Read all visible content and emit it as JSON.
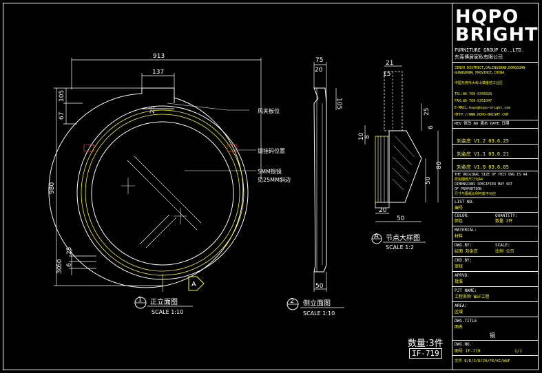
{
  "dims": {
    "front_width": "913",
    "front_top": "137",
    "front_height": "980",
    "front_left_a": "67",
    "front_left_b": "105",
    "front_25": "25",
    "front_bottom_a": "25",
    "front_bottom_b": "30",
    "front_bottom_c": "50",
    "front_bottom_d": "6",
    "side_75": "75",
    "side_20": "20",
    "side_105": "105",
    "side_50": "50",
    "det_21": "21",
    "det_15": "15",
    "det_25": "25",
    "det_6": "6",
    "det_10": "10",
    "det_8": "8",
    "det_80": "80",
    "det_50": "50",
    "det_20": "20",
    "det_50b": "50"
  },
  "callouts": {
    "c1": "风夹板位",
    "c2": "镜挂码位置",
    "c3": "5MM银镜",
    "c4": "见25MM斜边"
  },
  "views": {
    "front_num": "1",
    "front_title": "正立面图",
    "front_scale": "SCALE 1:10",
    "side_num": "2",
    "side_title": "侧立面图",
    "side_scale": "SCALE 1:10",
    "detail_num": "A",
    "detail_title": "节点大样图",
    "detail_scale": "SCALE 1:2",
    "section_marker": "A"
  },
  "footer": {
    "quantity": "数量:3件",
    "code": "IF-719"
  },
  "title_block": {
    "logo_line1": "HQPO",
    "logo_line2": "BRIGHT",
    "company_en": "FURNITURE GROUP CO.,LTD.",
    "company_cn": "东莞博居家私有限公司",
    "addr1": "JINJU DISTRICT,DALINGSHAN,DONGGUAN",
    "addr2": "GUANGDONG PROVINCE,CHINA",
    "addr_cn": "中国东莞市大岭山镇金桔工业区",
    "tel": "TEL:86-769-5345028",
    "fax": "FAX:86-769-5351047",
    "email": "E-MAIL:hopo@hopo-bright.com",
    "web": "HTTP://WWW.HOPO-BRIGHT.COM",
    "rev_header": "REV 修改  NO 版本  DATE 日期",
    "rev1": "刘金庄  V1.2  03.6.25",
    "rev2": "刘金庄  V1.1  03.6.21",
    "rev3": "刘金庄  V1.0  03.6.05",
    "note1": "THE ORIGINAL SIZE OF THIS DWG IS A4",
    "note2": "原始图纸尺寸为A4",
    "note3": "DIMENSIONS SPECIFIED MAY OUT",
    "note4": "OF PROPORTION",
    "note5": "尺寸与图纸比例可能不对应",
    "list_no": "LIST NO.",
    "list_no_cn": "编号",
    "color": "COLOR:",
    "color_cn": "颜色",
    "quantity_label": "QUANTITY:",
    "quantity_val": "数量 3件",
    "material": "MATERIAL:",
    "material_cn": "材料",
    "dwg_by": "DWG.BY:",
    "dwg_by_val": "绘图  刘金庄",
    "scale": "SCALE:",
    "scale_val": "比例 公示",
    "chkd": "CKD.BY:",
    "chkd_cn": "审核",
    "aprvd": "APRVD:",
    "aprvd_cn": "批准",
    "prj": "PJT NAME:",
    "prj_cn": "工程名称  W&F工程",
    "area": "AREA:",
    "area_cn": "区域",
    "dwg_title": "DWG.TITLE",
    "dwg_title_cn": "图名",
    "dwg_title_val": "镜",
    "dwg_no": "DWG.NO.",
    "dwg_no_val": "图号  IF-719",
    "sheet": "1/1",
    "file": "文件 E/D/S/D/20/FE/KC/W&F"
  }
}
